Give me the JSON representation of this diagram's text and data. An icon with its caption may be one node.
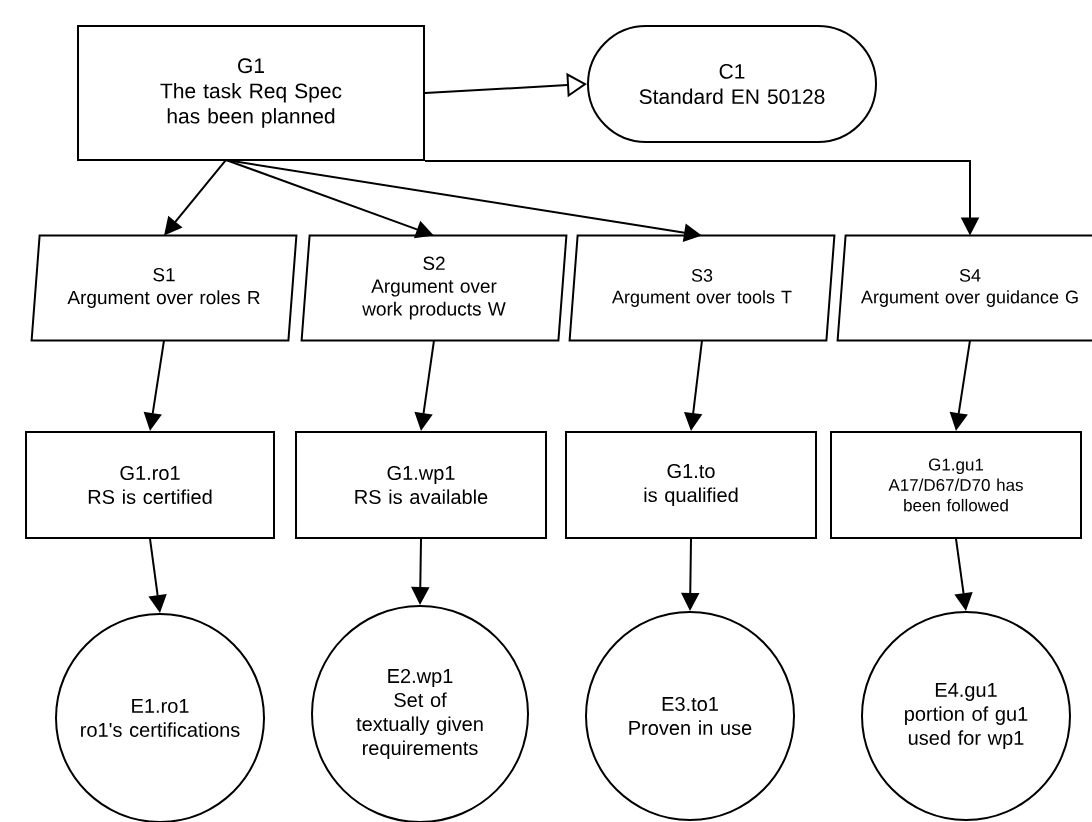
{
  "diagram": {
    "nodes": [
      {
        "text": [
          "G1",
          "The task Req Spec has been planned"
        ]
      },
      {
        "text": [
          "C1",
          "Standard EN 50128"
        ]
      },
      {
        "text": [
          "S1",
          "Argument over roles R"
        ]
      },
      {
        "text": [
          "S2",
          "Argument over work products W"
        ]
      },
      {
        "text": [
          "S3",
          "Argument over tools T"
        ]
      },
      {
        "text": [
          "S4",
          "Argument over guidance G"
        ]
      },
      {
        "text": [
          "G1.ro1",
          "RS is certified"
        ]
      },
      {
        "text": [
          "G1.wp1",
          "RS is available"
        ]
      },
      {
        "text": [
          "G1.to",
          "is qualified"
        ]
      },
      {
        "text": [
          "G1.gu1",
          "A17/D67/D70 has been followed"
        ]
      },
      {
        "text": [
          "E1.ro1",
          "ro1's certifications"
        ]
      },
      {
        "text": [
          "E2.wp1",
          "Set of textually given requirements"
        ]
      },
      {
        "text": [
          "E3.to1",
          "Proven in use"
        ]
      },
      {
        "text": [
          "E4.gu1",
          "portion of gu1 used for wp1"
        ]
      }
    ],
    "edges": [
      {
        "from": 0,
        "to": 1,
        "arrow": "to"
      },
      {
        "from": 0,
        "to": 2,
        "arrow": "to"
      },
      {
        "from": 0,
        "to": 3,
        "arrow": "to"
      },
      {
        "from": 0,
        "to": 4,
        "arrow": "to"
      },
      {
        "from": 0,
        "to": 5,
        "arrow": "to"
      },
      {
        "from": 2,
        "to": 6,
        "arrow": "to"
      },
      {
        "from": 3,
        "to": 7,
        "arrow": "to"
      },
      {
        "from": 4,
        "to": 8,
        "arrow": "to"
      },
      {
        "from": 5,
        "to": 9,
        "arrow": "to"
      },
      {
        "from": 6,
        "to": 10,
        "arrow": "to"
      },
      {
        "from": 7,
        "to": 11,
        "arrow": "to"
      },
      {
        "from": 8,
        "to": 12,
        "arrow": "to"
      },
      {
        "from": 9,
        "to": 13,
        "arrow": "to"
      }
    ]
  }
}
